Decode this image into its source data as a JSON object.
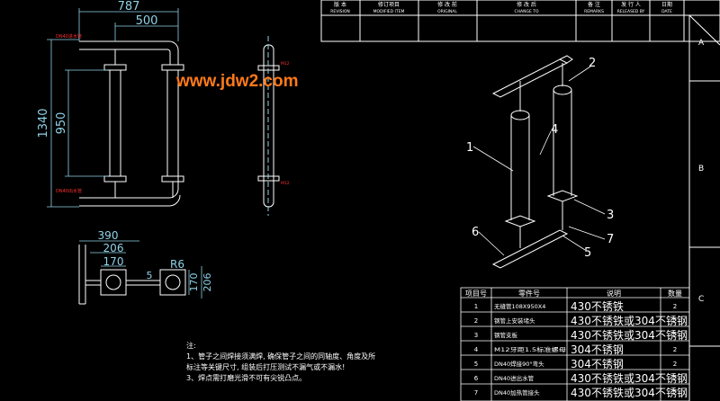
{
  "revision_header": {
    "cols": [
      {
        "cn": "版 本",
        "en": "REVISION"
      },
      {
        "cn": "修订项目",
        "en": "MODIFIED ITEM"
      },
      {
        "cn": "修 改 前",
        "en": "ORIGINAL"
      },
      {
        "cn": "修 改 后",
        "en": "CHANGE TO"
      },
      {
        "cn": "备 注",
        "en": "REMARKS"
      },
      {
        "cn": "发 行 人",
        "en": "RELEASED BY"
      },
      {
        "cn": "日期",
        "en": "DATE"
      }
    ]
  },
  "zones": [
    "A",
    "B",
    "C"
  ],
  "front_view": {
    "dims": {
      "overall_width": "787",
      "inner_width": "500",
      "overall_height": "1340",
      "inner_height": "950"
    },
    "red_notes": [
      "DN40进水管",
      "DN40出水管"
    ]
  },
  "top_view": {
    "dims": {
      "d390": "390",
      "d206": "206",
      "d170": "170",
      "r6": "R6",
      "d5": "5",
      "v170": "170",
      "v206": "206"
    }
  },
  "watermark": "www.jdw2.com",
  "iso_callouts": [
    "1",
    "2",
    "3",
    "4",
    "5",
    "6",
    "7"
  ],
  "parts_table": {
    "headers": [
      "项目号",
      "零件号",
      "说明",
      "数量"
    ],
    "rows": [
      {
        "no": "1",
        "part": "无缝管108X950X4",
        "desc": "430不锈铁",
        "qty": "2"
      },
      {
        "no": "2",
        "part": "钢管上安装堵头",
        "desc": "430不锈铁或304不锈钢",
        "qty": "2"
      },
      {
        "no": "3",
        "part": "钢管支板",
        "desc": "430不锈铁或304不锈钢",
        "qty": "2"
      },
      {
        "no": "4",
        "part": "M12牙距1.5标准螺母",
        "desc": "304不锈钢",
        "qty": "2"
      },
      {
        "no": "5",
        "part": "DN40焊接90°弯头",
        "desc": "304不锈钢",
        "qty": "2"
      },
      {
        "no": "6",
        "part": "DN40进出水管",
        "desc": "430不锈铁或304不锈钢",
        "qty": "2"
      },
      {
        "no": "7",
        "part": "DN40加热管接头",
        "desc": "430不锈铁或304不锈钢",
        "qty": "2"
      }
    ]
  },
  "notes": {
    "title": "注:",
    "lines": [
      "1、管子之间焊接须满焊, 确保管子之间的同轴度、角度及所",
      "标注等关键尺寸, 组装后打压测试不漏气或不漏水!",
      "3、焊点需打磨光滑不可有尖锐凸点。"
    ]
  },
  "colors": {
    "background": "#000000",
    "line": "#ffffff",
    "dimension": "#8fd3e8",
    "note": "#ff3030",
    "watermark": "#ff7a1a"
  }
}
